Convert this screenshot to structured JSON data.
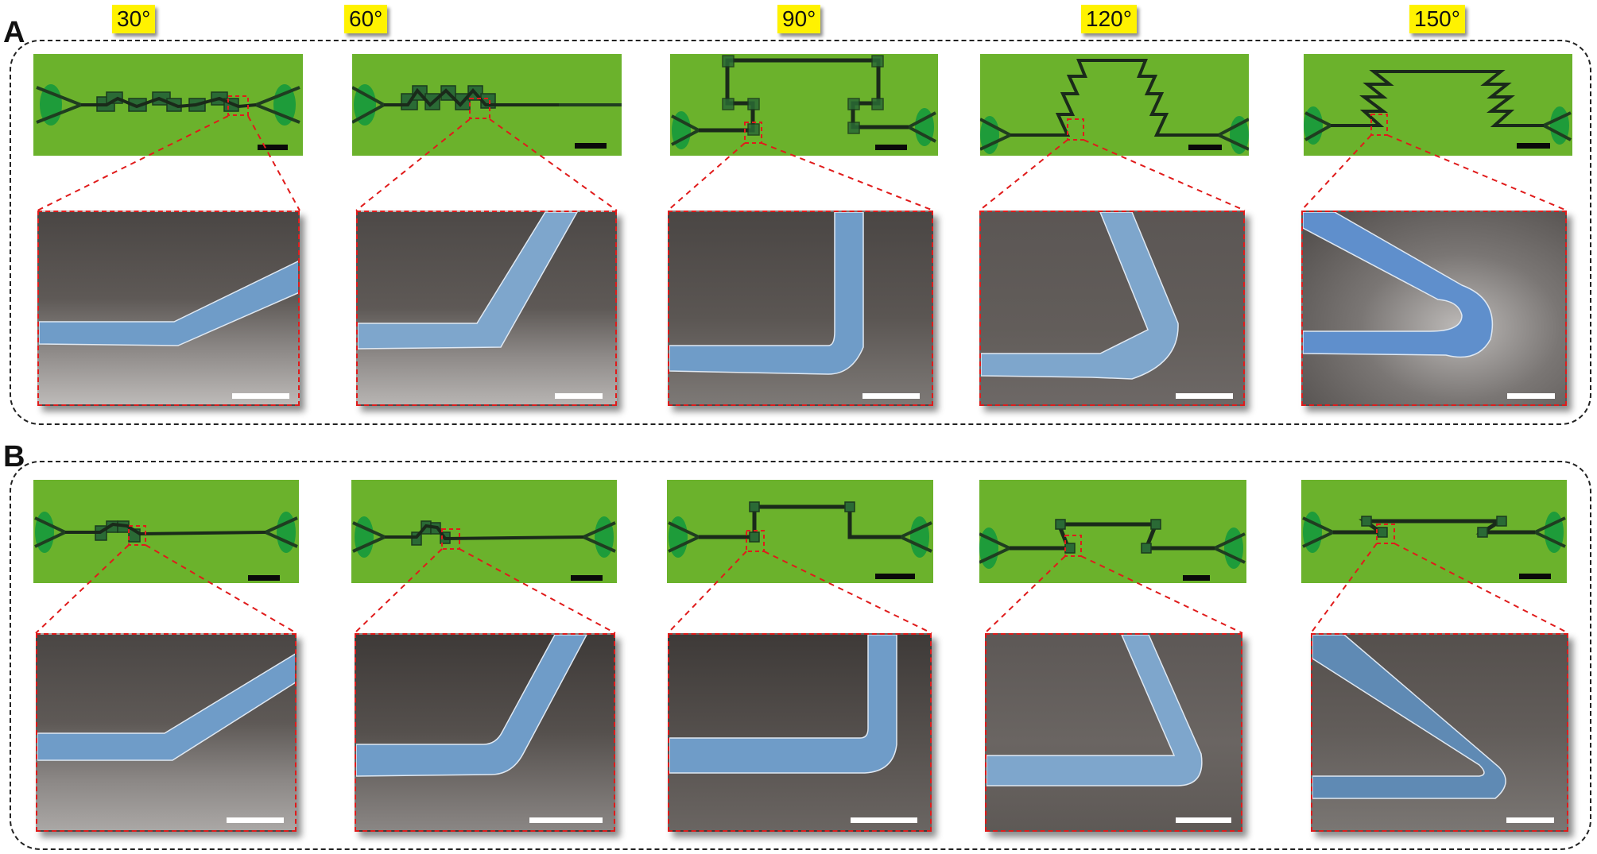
{
  "figure": {
    "panels": [
      {
        "letter": "A",
        "columns": [
          {
            "angle": "30°",
            "optical_scale_bar": true,
            "sem_scale_bar": true
          },
          {
            "angle": "60°",
            "optical_scale_bar": true,
            "sem_scale_bar": true
          },
          {
            "angle": "90°",
            "optical_scale_bar": true,
            "sem_scale_bar": true
          },
          {
            "angle": "120°",
            "optical_scale_bar": true,
            "sem_scale_bar": true
          },
          {
            "angle": "150°",
            "optical_scale_bar": true,
            "sem_scale_bar": true
          }
        ]
      },
      {
        "letter": "B",
        "columns": [
          {
            "angle": "30°",
            "optical_scale_bar": true,
            "sem_scale_bar": true
          },
          {
            "angle": "60°",
            "optical_scale_bar": true,
            "sem_scale_bar": true
          },
          {
            "angle": "90°",
            "optical_scale_bar": true,
            "sem_scale_bar": true
          },
          {
            "angle": "120°",
            "optical_scale_bar": true,
            "sem_scale_bar": true
          },
          {
            "angle": "150°",
            "optical_scale_bar": true,
            "sem_scale_bar": true
          }
        ]
      }
    ],
    "colors": {
      "optical_background": "#6bb22c",
      "device_trace": "#1f3d20",
      "electrode_pad": "#1e9c3a",
      "angle_label_bg": "#fff200",
      "zoom_box": "#e01b1b",
      "sem_wire": "#6f9cc8",
      "sem_substrate": "#5f5a58",
      "group_border": "#222222"
    }
  }
}
